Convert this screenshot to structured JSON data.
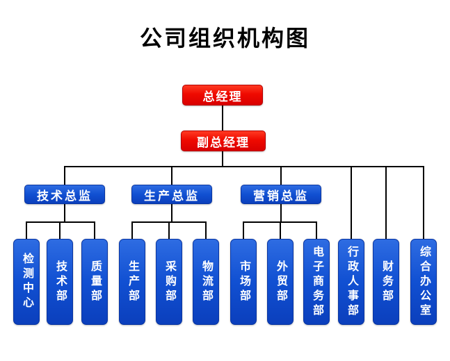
{
  "title": "公司组织机构图",
  "executives": {
    "top": "总经理",
    "deputy": "副总经理"
  },
  "directors": [
    "技术总监",
    "生产总监",
    "营销总监"
  ],
  "departments": [
    "检测中心",
    "技术部",
    "质量部",
    "生产部",
    "采购部",
    "物流部",
    "市场部",
    "外贸部",
    "电子商务部",
    "行政人事部",
    "财务部",
    "综合办公室"
  ],
  "hierarchy": {
    "总经理": [
      "副总经理"
    ],
    "副总经理": [
      "技术总监",
      "生产总监",
      "营销总监",
      "行政人事部",
      "财务部",
      "综合办公室"
    ],
    "技术总监": [
      "检测中心",
      "技术部",
      "质量部"
    ],
    "生产总监": [
      "生产部",
      "采购部",
      "物流部"
    ],
    "营销总监": [
      "市场部",
      "外贸部",
      "电子商务部"
    ]
  },
  "colors": {
    "executive_red": "#ef0a00",
    "department_blue": "#1150d2",
    "connector": "#000000",
    "title_text": "#000000",
    "node_text": "#ffffff",
    "background": "#ffffff"
  }
}
